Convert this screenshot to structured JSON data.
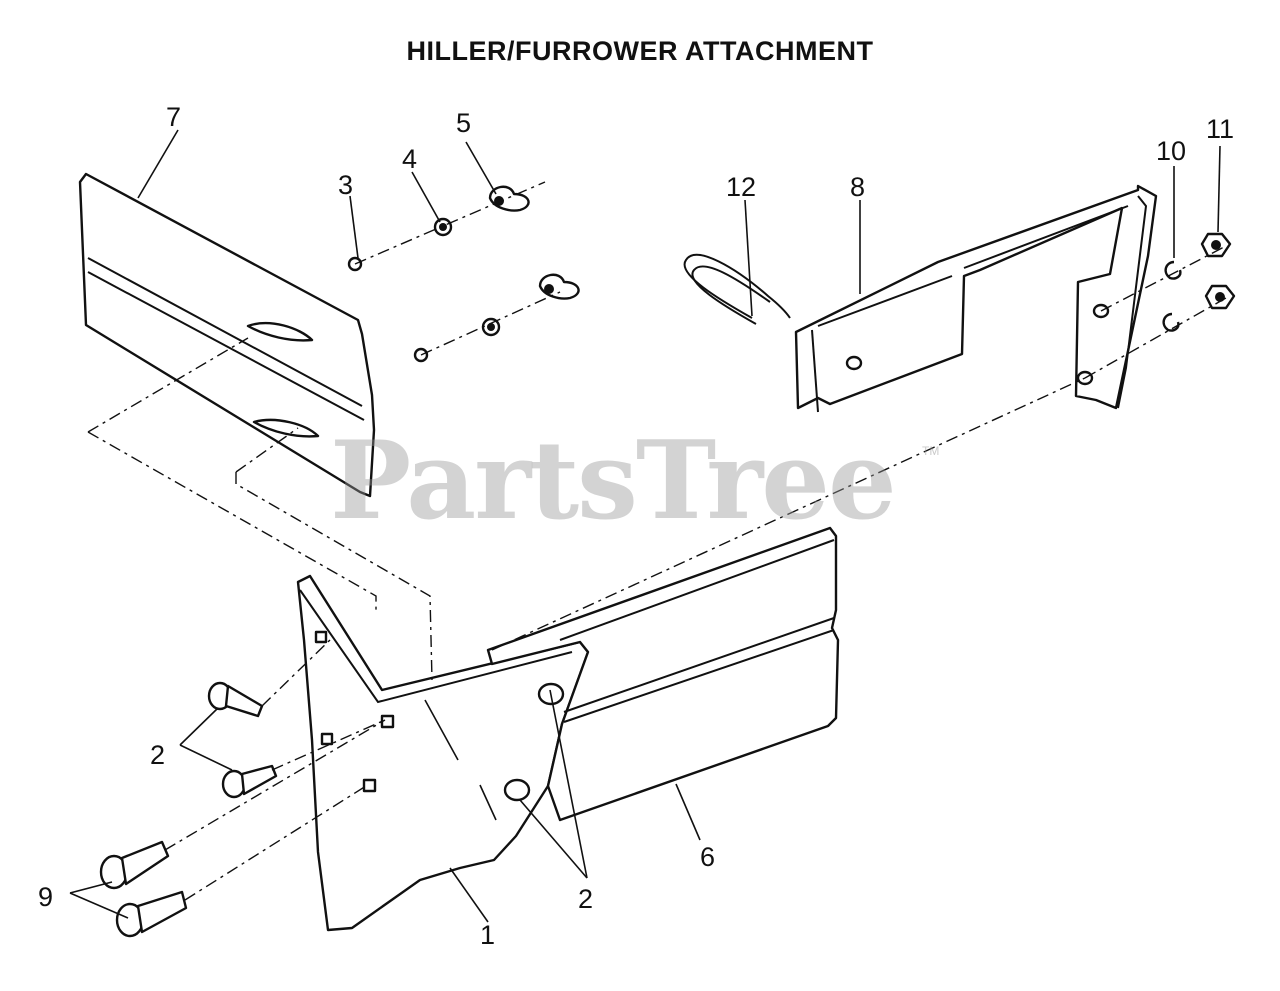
{
  "title": "HILLER/FURROWER ATTACHMENT",
  "watermark": "PartsTree",
  "watermark_mark": "TM",
  "callouts": {
    "c1": "1",
    "c2a": "2",
    "c2b": "2",
    "c3": "3",
    "c4": "4",
    "c5": "5",
    "c6": "6",
    "c7": "7",
    "c8": "8",
    "c9": "9",
    "c10": "10",
    "c11": "11",
    "c12": "12"
  }
}
